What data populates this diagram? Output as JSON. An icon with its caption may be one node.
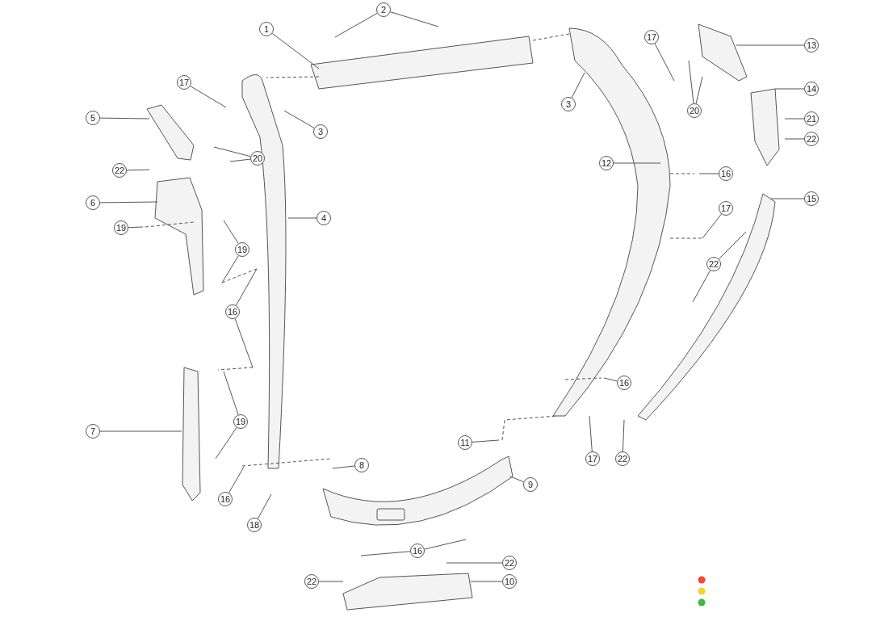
{
  "diagram": {
    "nodes": [
      {
        "text": [
          "1"
        ]
      },
      {
        "text": [
          "2"
        ]
      },
      {
        "text": [
          "17"
        ]
      },
      {
        "text": [
          "3"
        ]
      },
      {
        "text": [
          "5"
        ]
      },
      {
        "text": [
          "20"
        ]
      },
      {
        "text": [
          "22"
        ]
      },
      {
        "text": [
          "6"
        ]
      },
      {
        "text": [
          "4"
        ]
      },
      {
        "text": [
          "19"
        ]
      },
      {
        "text": [
          "19"
        ]
      },
      {
        "text": [
          "16"
        ]
      },
      {
        "text": [
          "7"
        ]
      },
      {
        "text": [
          "19"
        ]
      },
      {
        "text": [
          "16"
        ]
      },
      {
        "text": [
          "18"
        ]
      },
      {
        "text": [
          "8"
        ]
      },
      {
        "text": [
          "9"
        ]
      },
      {
        "text": [
          "11"
        ]
      },
      {
        "text": [
          "16"
        ]
      },
      {
        "text": [
          "22"
        ]
      },
      {
        "text": [
          "22"
        ]
      },
      {
        "text": [
          "10"
        ]
      },
      {
        "text": [
          "17"
        ]
      },
      {
        "text": [
          "13"
        ]
      },
      {
        "text": [
          "3"
        ]
      },
      {
        "text": [
          "20"
        ]
      },
      {
        "text": [
          "14"
        ]
      },
      {
        "text": [
          "21"
        ]
      },
      {
        "text": [
          "22"
        ]
      },
      {
        "text": [
          "12"
        ]
      },
      {
        "text": [
          "16"
        ]
      },
      {
        "text": [
          "15"
        ]
      },
      {
        "text": [
          "17"
        ]
      },
      {
        "text": [
          "22"
        ]
      },
      {
        "text": [
          "16"
        ]
      },
      {
        "text": [
          "17"
        ]
      },
      {
        "text": [
          "22"
        ]
      }
    ],
    "edges": [
      {
        "from": 0,
        "to": null,
        "arrow": "none"
      },
      {
        "from": 1,
        "to": null,
        "arrow": "none"
      },
      {
        "from": 1,
        "to": null,
        "arrow": "none"
      },
      {
        "from": 2,
        "to": null,
        "arrow": "none"
      },
      {
        "from": 3,
        "to": null,
        "arrow": "none"
      },
      {
        "from": 4,
        "to": null,
        "arrow": "none"
      },
      {
        "from": 5,
        "to": null,
        "arrow": "none"
      },
      {
        "from": 5,
        "to": null,
        "arrow": "none"
      },
      {
        "from": 6,
        "to": null,
        "arrow": "none"
      },
      {
        "from": 7,
        "to": null,
        "arrow": "none"
      },
      {
        "from": 8,
        "to": null,
        "arrow": "none"
      },
      {
        "from": 9,
        "to": null,
        "arrow": "none"
      },
      {
        "from": 10,
        "to": null,
        "arrow": "none"
      },
      {
        "from": 10,
        "to": null,
        "arrow": "none"
      },
      {
        "from": 11,
        "to": null,
        "arrow": "none"
      },
      {
        "from": 11,
        "to": null,
        "arrow": "none"
      },
      {
        "from": 12,
        "to": null,
        "arrow": "none"
      },
      {
        "from": 13,
        "to": null,
        "arrow": "none"
      },
      {
        "from": 13,
        "to": null,
        "arrow": "none"
      },
      {
        "from": 14,
        "to": null,
        "arrow": "none"
      },
      {
        "from": 15,
        "to": null,
        "arrow": "none"
      },
      {
        "from": 16,
        "to": null,
        "arrow": "none"
      },
      {
        "from": 17,
        "to": null,
        "arrow": "none"
      },
      {
        "from": 18,
        "to": null,
        "arrow": "none"
      },
      {
        "from": 19,
        "to": null,
        "arrow": "none"
      },
      {
        "from": 19,
        "to": null,
        "arrow": "none"
      },
      {
        "from": 20,
        "to": null,
        "arrow": "none"
      },
      {
        "from": 21,
        "to": null,
        "arrow": "none"
      },
      {
        "from": 22,
        "to": null,
        "arrow": "none"
      },
      {
        "from": 23,
        "to": null,
        "arrow": "none"
      },
      {
        "from": 24,
        "to": null,
        "arrow": "none"
      },
      {
        "from": 25,
        "to": null,
        "arrow": "none"
      },
      {
        "from": 26,
        "to": null,
        "arrow": "none"
      },
      {
        "from": 26,
        "to": null,
        "arrow": "none"
      },
      {
        "from": 27,
        "to": null,
        "arrow": "none"
      },
      {
        "from": 28,
        "to": null,
        "arrow": "none"
      },
      {
        "from": 29,
        "to": null,
        "arrow": "none"
      },
      {
        "from": 30,
        "to": null,
        "arrow": "none"
      },
      {
        "from": 31,
        "to": null,
        "arrow": "none"
      },
      {
        "from": 32,
        "to": null,
        "arrow": "none"
      },
      {
        "from": 33,
        "to": null,
        "arrow": "none"
      },
      {
        "from": 34,
        "to": null,
        "arrow": "none"
      },
      {
        "from": 34,
        "to": null,
        "arrow": "none"
      },
      {
        "from": 35,
        "to": null,
        "arrow": "none"
      },
      {
        "from": 36,
        "to": null,
        "arrow": "none"
      },
      {
        "from": 37,
        "to": null,
        "arrow": "none"
      }
    ]
  }
}
